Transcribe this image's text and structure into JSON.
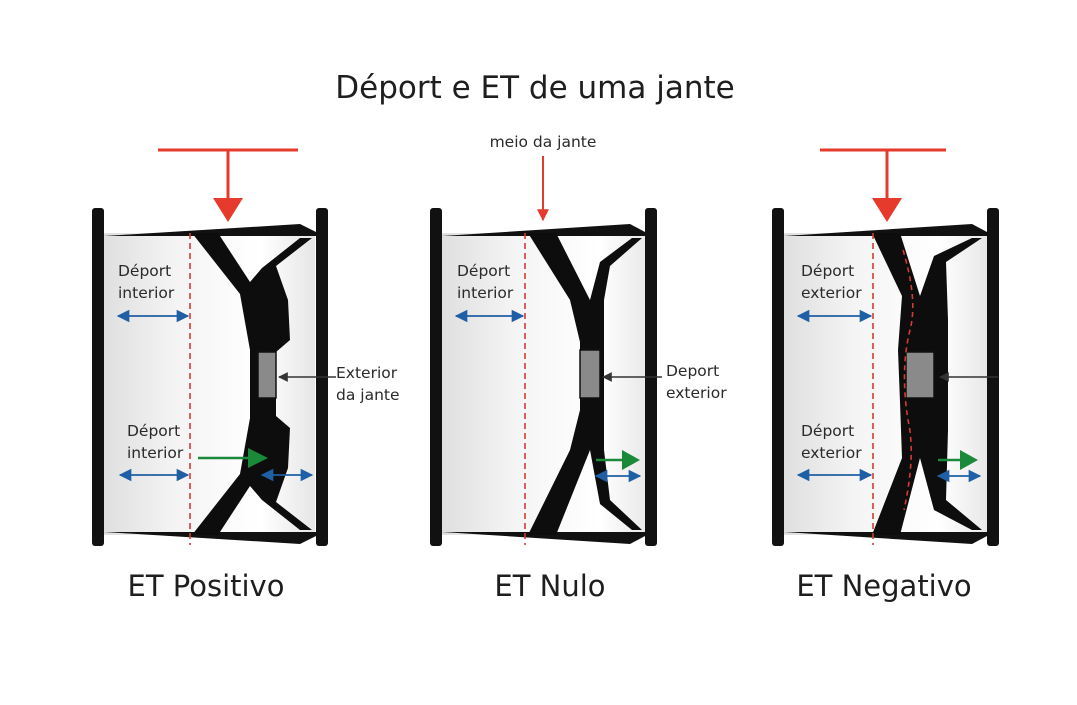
{
  "title": "Déport e ET de uma jante",
  "colors": {
    "offset_arrow": "#e53a2c",
    "center_line": "#d63b34",
    "measure_arrow": "#1f5fa6",
    "direction_arrow": "#1a8a3a",
    "rim_metal": "#0d0d0d",
    "hub": "#8a8a8a"
  },
  "panels": [
    {
      "caption": "ET Positivo",
      "top_label": "",
      "label_upper": [
        "Déport",
        "interior"
      ],
      "label_lower": [
        "Déport",
        "interior"
      ],
      "side_label": [
        "Exterior",
        "da jante"
      ]
    },
    {
      "caption": "ET Nulo",
      "top_label": "meio da jante",
      "label_upper": [
        "Déport",
        "interior"
      ],
      "label_lower": [],
      "side_label": [
        "Deport",
        "exterior"
      ]
    },
    {
      "caption": "ET Negativo",
      "top_label": "",
      "label_upper": [
        "Déport",
        "exterior"
      ],
      "label_lower": [
        "Déport",
        "exterior"
      ],
      "side_label": []
    }
  ]
}
